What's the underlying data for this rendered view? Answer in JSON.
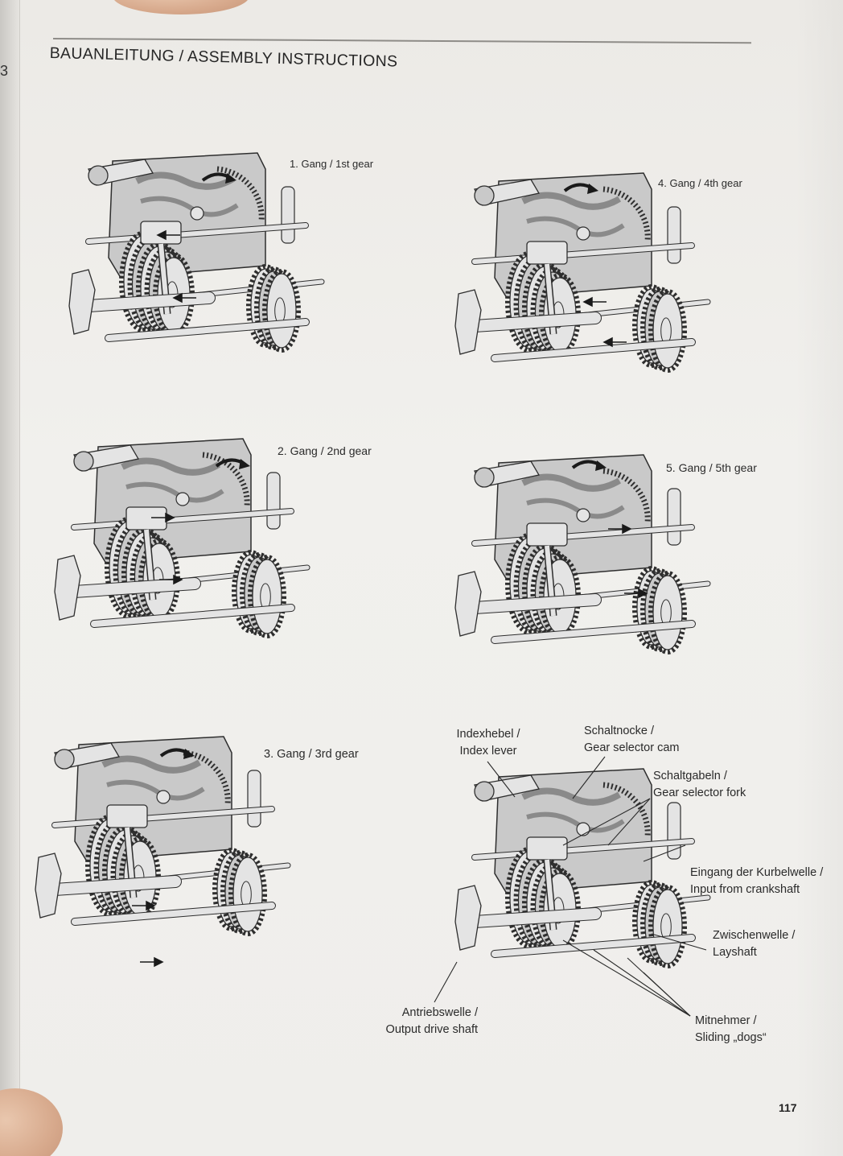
{
  "header": {
    "title": "BAUANLEITUNG / ASSEMBLY INSTRUCTIONS",
    "left_page_fragment": "3"
  },
  "gears": [
    {
      "id": "g1",
      "caption": "1. Gang / 1st gear"
    },
    {
      "id": "g2",
      "caption": "2. Gang / 2nd gear"
    },
    {
      "id": "g3",
      "caption": "3. Gang / 3rd gear"
    },
    {
      "id": "g4",
      "caption": "4. Gang / 4th gear"
    },
    {
      "id": "g5",
      "caption": "5. Gang / 5th gear"
    }
  ],
  "labels": {
    "index_lever": {
      "de": "Indexhebel /",
      "en": "Index lever"
    },
    "selector_cam": {
      "de": "Schaltnocke /",
      "en": "Gear selector cam"
    },
    "selector_fork": {
      "de": "Schaltgabeln /",
      "en": "Gear selector fork"
    },
    "crankshaft_input": {
      "de": "Eingang der Kurbelwelle /",
      "en": "Input from crankshaft"
    },
    "layshaft": {
      "de": "Zwischenwelle /",
      "en": "Layshaft"
    },
    "output_shaft": {
      "de": "Antriebswelle /",
      "en": "Output drive shaft"
    },
    "sliding_dogs": {
      "de": "Mitnehmer /",
      "en": "Sliding „dogs“"
    }
  },
  "footer": {
    "page_number": "117"
  },
  "colors": {
    "paper": "#efeeeb",
    "ink": "#262626",
    "part_fill": "#c9c9c9",
    "part_light": "#e4e4e4",
    "part_dark": "#8a8a8a",
    "outline": "#2e2e2e"
  }
}
